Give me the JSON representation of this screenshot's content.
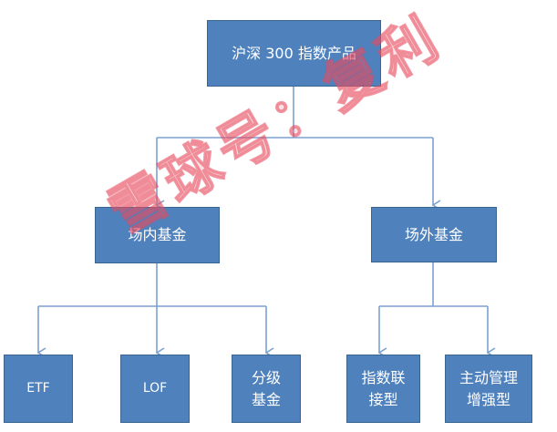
{
  "colors": {
    "node_fill": "#4f81bd",
    "node_border": "#3a6591",
    "connector": "#7ba1d0",
    "watermark": "#e8566a"
  },
  "nodes": {
    "root": "沪深 300 指数产品",
    "exchange_funds": "场内基金",
    "otc_funds": "场外基金",
    "etf": "ETF",
    "lof": "LOF",
    "graded_funds": "分级\n基金",
    "index_linked": "指数联\n接型",
    "active_enhanced": "主动管理\n增强型"
  },
  "watermark": {
    "text": "雪球号：复利"
  }
}
